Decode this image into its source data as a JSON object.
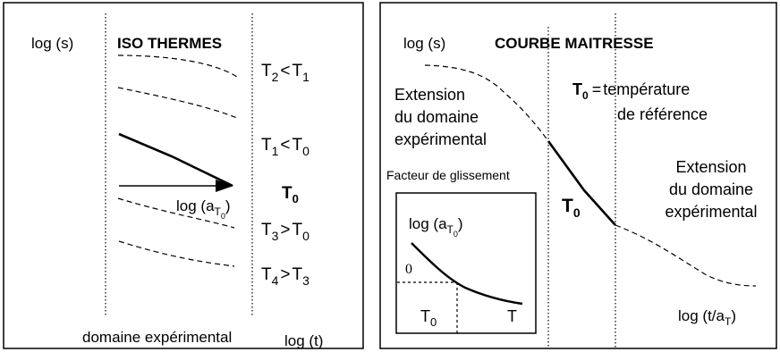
{
  "left_panel": {
    "ylabel": "log (s)",
    "title": "ISO THERMES",
    "xlabel": "log (t)",
    "bottom_label": "domaine expérimental",
    "shift_label": {
      "main": "log (a",
      "sub1": "T",
      "sub2": "0",
      "close": ")"
    },
    "reference_label": {
      "main": "T",
      "sub": "0"
    },
    "relations": [
      {
        "a": "T",
        "a_sub": "2",
        "op": "<",
        "b": "T",
        "b_sub": "1"
      },
      {
        "a": "T",
        "a_sub": "1",
        "op": "<",
        "b": "T",
        "b_sub": "0"
      },
      {
        "a": "T",
        "a_sub": "3",
        "op": ">",
        "b": "T",
        "b_sub": "0"
      },
      {
        "a": "T",
        "a_sub": "4",
        "op": ">",
        "b": "T",
        "b_sub": "3"
      }
    ]
  },
  "right_panel": {
    "ylabel": "log (s)",
    "title": "COURBE MAITRESSE",
    "xlabel": {
      "main": "log (t/a",
      "sub": "T",
      "close": ")"
    },
    "left_extension": [
      "Extension",
      "du domaine",
      "expérimental"
    ],
    "right_extension": [
      "Extension",
      "du domaine",
      "expérimental"
    ],
    "reference_def": {
      "t": "T",
      "sub": "0",
      "eq": "=",
      "line1": "température",
      "line2": "de référence"
    },
    "curve_label": {
      "main": "T",
      "sub": "0"
    },
    "inset": {
      "title": "Facteur de glissement",
      "ylabel": {
        "main": "log (a",
        "sub1": "T",
        "sub2": "0",
        "close": ")"
      },
      "zero": "0",
      "t0": {
        "main": "T",
        "sub": "0"
      },
      "xlabel": "T"
    }
  }
}
